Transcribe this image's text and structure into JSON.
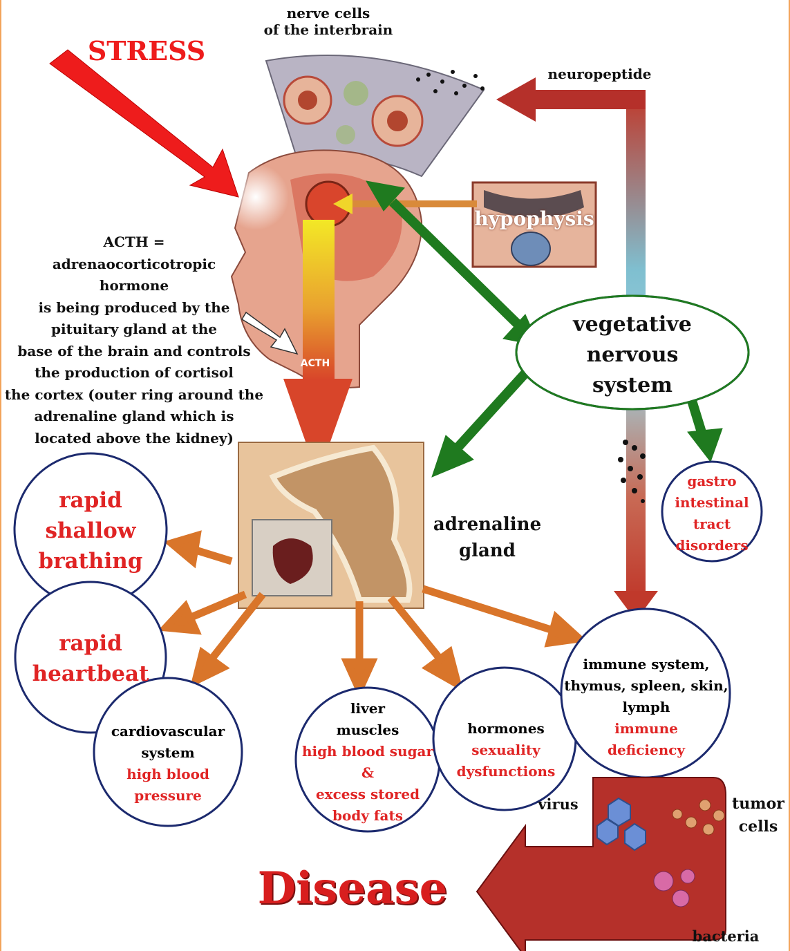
{
  "stress_label": "STRESS",
  "nerve_cells_label": "nerve cells\nof the interbrain",
  "neuropeptide_label": "neuropeptide",
  "hypophysis_label": "hypophysis",
  "acth_tag": "ACTH",
  "acth_note": {
    "lines": [
      "ACTH =",
      "adrenaocorticotropic",
      "hormone",
      "is being produced by the",
      "pituitary gland at the",
      "base of the brain and controls",
      "the production of cortisol",
      "the cortex (outer ring around the",
      "adrenaline gland which is",
      "located above the kidney)"
    ]
  },
  "vegetative_label": "vegetative\nnervous\nsystem",
  "adrenaline_label": "adrenaline\ngland",
  "gastro": "gastro\nintestinal\ntract\ndisorders",
  "breathing": "rapid\nshallow\nbrathing",
  "heartbeat": "rapid\nheartbeat",
  "cardio": {
    "black": "cardiovascular\nsystem",
    "red": "high blood\npressure"
  },
  "liver": {
    "black": "liver\nmuscles",
    "red": "high blood sugar\n&\nexcess stored\nbody fats"
  },
  "hormones": {
    "black": "hormones",
    "red": "sexuality\ndysfunctions"
  },
  "immune": {
    "black": "immune system,\nthymus, spleen, skin,\nlymph",
    "red": "immune\ndeficiency"
  },
  "virus_label": "virus",
  "tumor_label": "tumor\ncells",
  "bacteria_label": "bacteria",
  "disease_label": "Disease",
  "colors": {
    "red_text": "#e02424",
    "green_arrow": "#1f7a1f",
    "orange_arrow": "#d9752a",
    "circle_stroke": "#1c2a6e"
  }
}
